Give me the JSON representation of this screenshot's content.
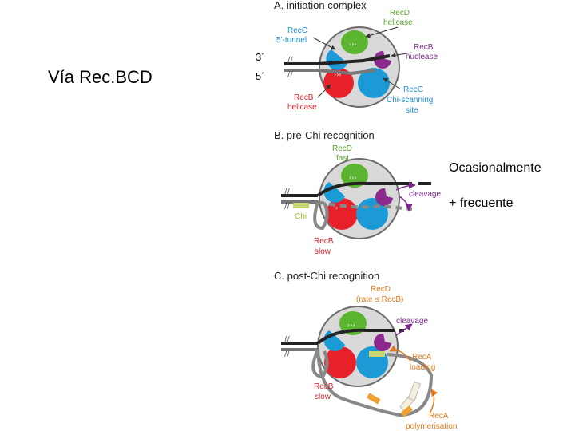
{
  "slide": {
    "title": "Vía Rec.BCD",
    "strand_3": "3´",
    "strand_5": "5´",
    "note_occasionally": "Ocasionalmente",
    "note_frequent": "+ frecuente"
  },
  "diagram": {
    "panel_a": {
      "heading": "A. initiation complex",
      "recd_l1": "RecD",
      "recd_l2": "helicase",
      "recc_l1": "RecC",
      "recc_l2": "5'-tunnel",
      "recb_nuc_l1": "RecB",
      "recb_nuc_l2": "nuclease",
      "recb_hel_l1": "RecB",
      "recb_hel_l2": "helicase",
      "recc_chi_l1": "RecC",
      "recc_chi_l2": "Chi-scanning",
      "recc_chi_l3": "site"
    },
    "panel_b": {
      "heading": "B. pre-Chi recognition",
      "recd_l1": "RecD",
      "recd_l2": "fast",
      "cleavage": "cleavage",
      "chi": "Chi",
      "recb_l1": "RecB",
      "recb_l2": "slow"
    },
    "panel_c": {
      "heading": "C. post-Chi recognition",
      "recd_l1": "RecD",
      "recd_l2": "(rate ≤ RecB)",
      "cleavage": "cleavage",
      "reca_load_l1": "RecA",
      "reca_load_l2": "loading",
      "recb_l1": "RecB",
      "recb_l2": "slow",
      "reca_poly_l1": "RecA",
      "reca_poly_l2": "polymerisation"
    },
    "colors": {
      "recb": "#e8202a",
      "recc": "#1b9ad6",
      "recd": "#5cb531",
      "nuclease": "#8b2a8c",
      "chi": "#c8d86a",
      "reca": "#f0a030",
      "complex_bg": "#d9d9d9"
    }
  }
}
